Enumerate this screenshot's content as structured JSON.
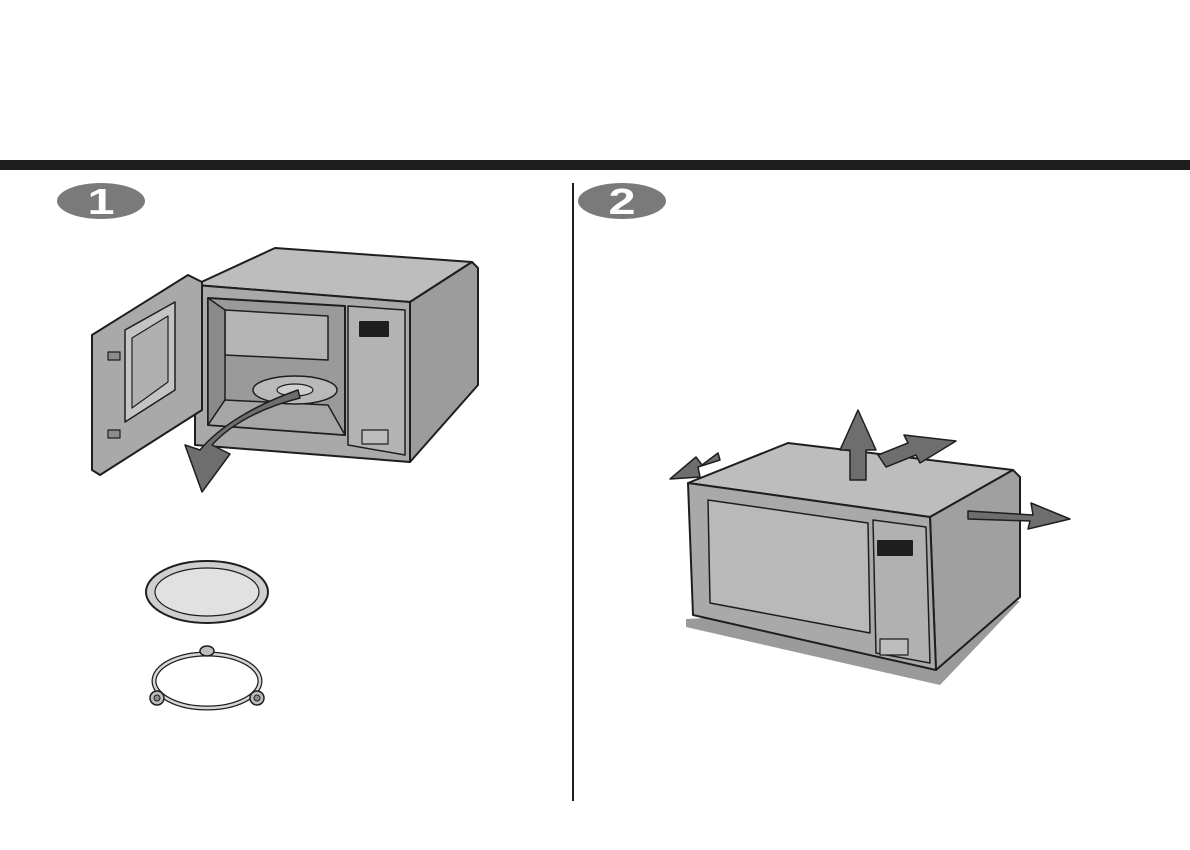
{
  "steps": [
    {
      "number": "1",
      "illustration": "microwave-open-door-remove-turntable"
    },
    {
      "number": "2",
      "illustration": "microwave-clearance-arrows"
    }
  ],
  "parts": [
    "glass-tray-icon",
    "roller-ring-icon"
  ],
  "colors": {
    "rule": "#1e1e1e",
    "badge": "#7a7a7a",
    "body": "#a9a9a9",
    "body_light": "#bdbdbd",
    "body_dark": "#8c8c8c",
    "arrow": "#6e6e6e",
    "shadow": "#9a9a9a",
    "outline": "#1e1e1e"
  }
}
